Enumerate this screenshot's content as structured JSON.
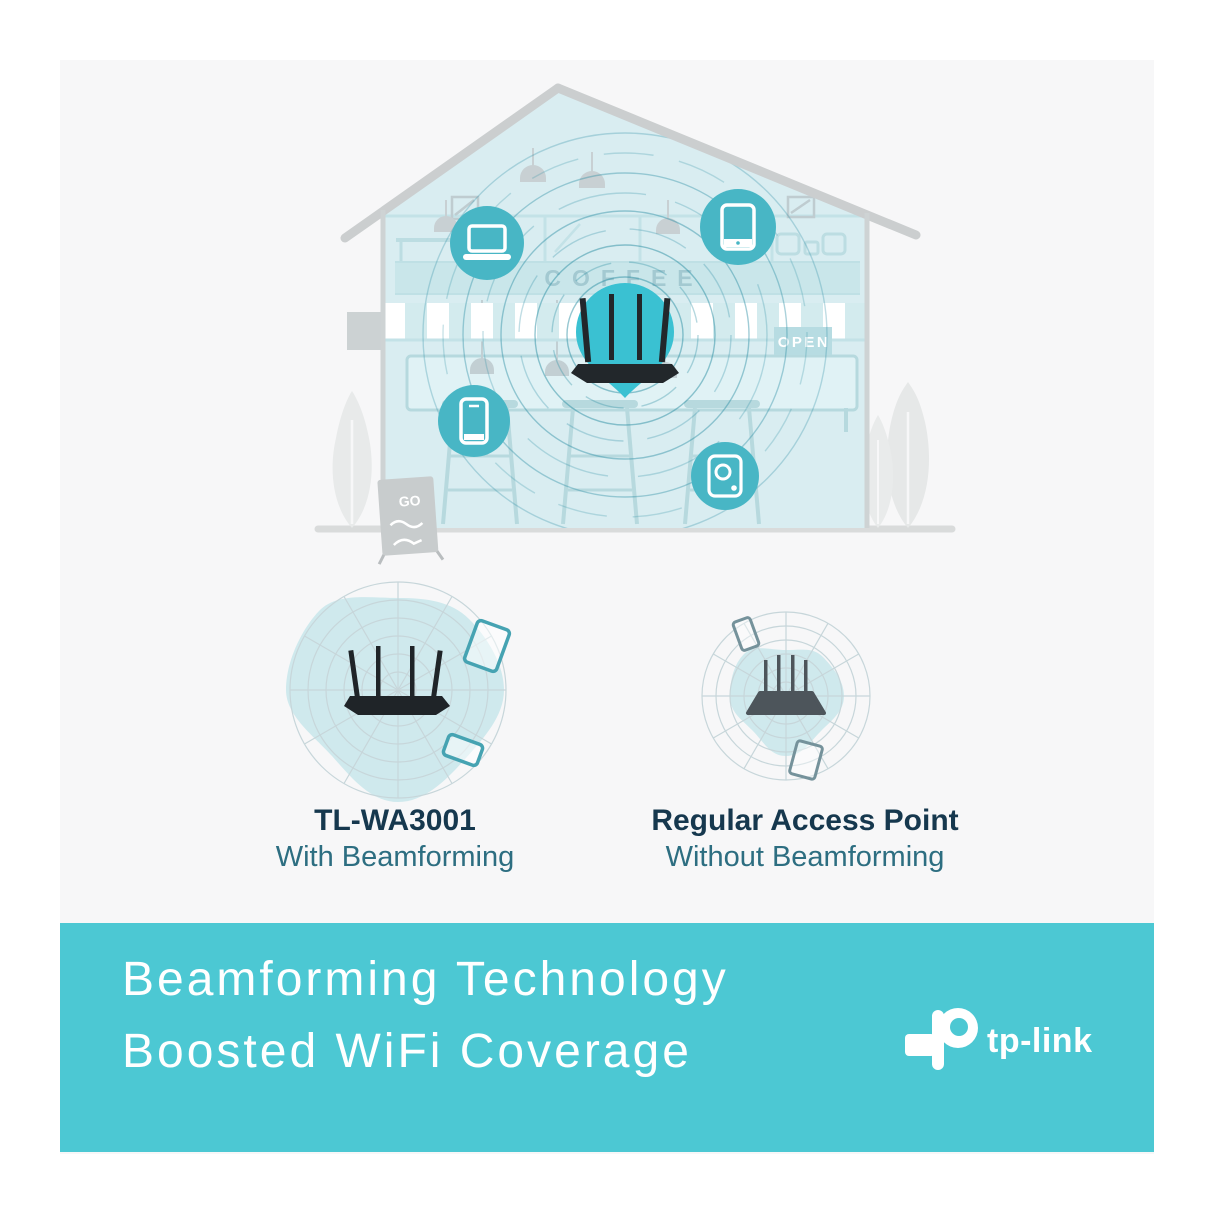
{
  "house": {
    "coffee_sign": "COFFEE",
    "open_sign": "OPEN",
    "board_sign": "GO"
  },
  "comparison": {
    "left": {
      "title": "TL-WA3001",
      "subtitle": "With Beamforming"
    },
    "right": {
      "title": "Regular Access Point",
      "subtitle": "Without Beamforming"
    }
  },
  "banner": {
    "title_line1": "Beamforming Technology",
    "title_line2": "Boosted WiFi Coverage",
    "brand": "tp-link"
  },
  "icons": {
    "laptop": "laptop-icon",
    "tablet": "tablet-icon",
    "smartphone": "smartphone-icon",
    "camera": "camera-icon",
    "router": "router-icon",
    "brand_logo": "tp-link-logo"
  },
  "colors": {
    "background": "#ffffff",
    "card": "#f7f7f8",
    "banner": "#4cc8d3",
    "banner_text": "#ffffff",
    "pin_teal": "#3ac1d2",
    "device_circle_teal": "#48b6c5",
    "house_fill": "#d9edf1",
    "coverage_blob": "#cfe9ed",
    "signal_ring": "#2d8fa4",
    "label_title": "#16384e",
    "label_subtitle": "#2d6e81"
  }
}
